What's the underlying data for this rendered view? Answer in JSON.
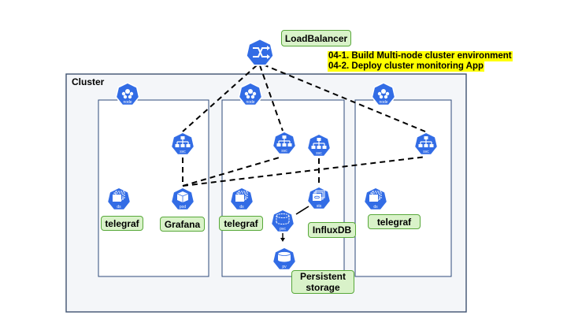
{
  "highlights": {
    "line1": "04-1. Build Multi-node cluster environment",
    "line2": "04-2. Deploy cluster monitoring App"
  },
  "cluster": {
    "title": "Cluster"
  },
  "labels": {
    "load_balancer": "LoadBalancer",
    "telegraf_1": "telegraf",
    "grafana": "Grafana",
    "telegraf_2": "telegraf",
    "influxdb": "InfluxDB",
    "telegraf_3": "telegraf",
    "persistent_storage_line1": "Persistent",
    "persistent_storage_line2": "storage"
  },
  "icons": {
    "node": "node",
    "svc": "svc",
    "ds": "ds",
    "pod": "pod",
    "sts": "sts",
    "pvc": "pvc",
    "pv": "pv"
  },
  "colors": {
    "k8s_blue": "#326ce5",
    "label_fill": "#d9f2c9",
    "label_border": "#58a83a",
    "highlight": "#ffff00",
    "cluster_fill": "#f4f6f9",
    "cluster_border": "#3f5270",
    "node_border": "#2e4a7a"
  }
}
